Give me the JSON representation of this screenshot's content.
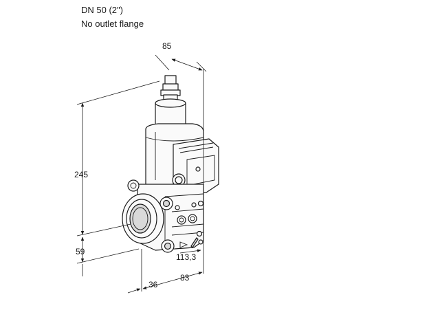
{
  "header": {
    "line1": "DN 50 (2\")",
    "line2": "No outlet flange"
  },
  "dimensions": {
    "top_width": "85",
    "height": "245",
    "inlet_height": "59",
    "side_depth": "113,3",
    "bottom_left": "36",
    "bottom_right": "83"
  }
}
